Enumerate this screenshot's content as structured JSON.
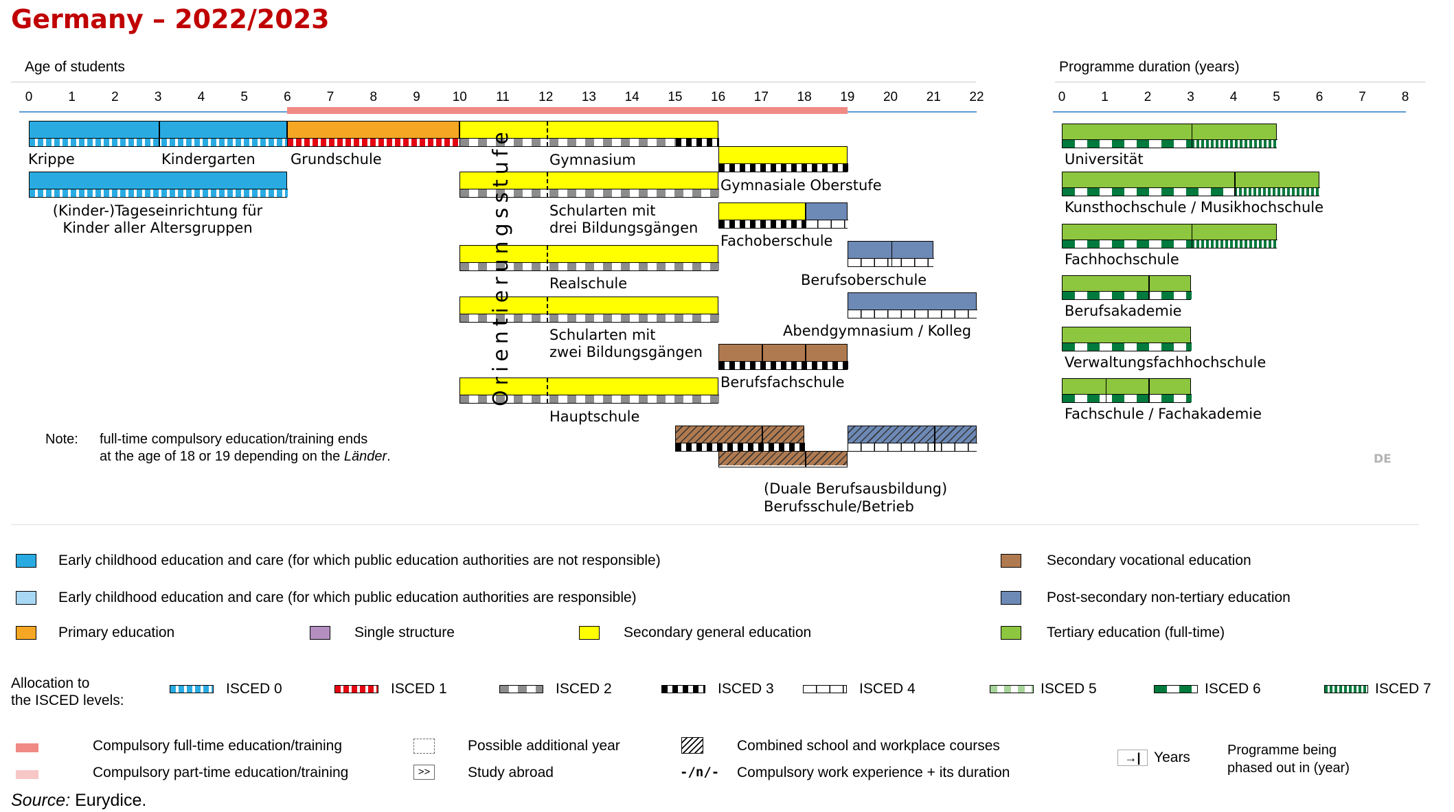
{
  "title": "Germany – 2022/2023",
  "headers": {
    "age": "Age of students",
    "duration": "Programme duration (years)"
  },
  "age_ticks": [
    "0",
    "1",
    "2",
    "3",
    "4",
    "5",
    "6",
    "7",
    "8",
    "9",
    "10",
    "11",
    "12",
    "13",
    "14",
    "15",
    "16",
    "17",
    "18",
    "19",
    "20",
    "21",
    "22"
  ],
  "duration_ticks": [
    "0",
    "1",
    "2",
    "3",
    "4",
    "5",
    "6",
    "7",
    "8"
  ],
  "compulsory_full_time": {
    "from_age": 6,
    "to_age": 19
  },
  "colors": {
    "ecec_private": "#29abe2",
    "ecec_public": "#a9d8f5",
    "primary": "#f5a623",
    "single": "#b48fc0",
    "sec_general": "#ffff00",
    "sec_vocational": "#b07a50",
    "post_secondary": "#6d89b5",
    "tertiary": "#8dc63f",
    "compulsory_full": "#f08a84",
    "compulsory_part": "#f7c6c6"
  },
  "programmes": [
    {
      "label": "Krippe",
      "from_age": 0,
      "to_age": 3,
      "type": "ecec_private",
      "isced": "0"
    },
    {
      "label": "Kindergarten",
      "from_age": 3,
      "to_age": 6,
      "type": "ecec_private",
      "isced": "0"
    },
    {
      "label": "(Kinder-)Tageseinrichtung für Kinder aller Altersgruppen",
      "from_age": 0,
      "to_age": 6,
      "type": "ecec_private",
      "isced": "0"
    },
    {
      "label": "Grundschule",
      "from_age": 6,
      "to_age": 10,
      "type": "primary",
      "isced": "1"
    },
    {
      "label": "Gymnasium",
      "from_age": 10,
      "to_age": 16,
      "type": "sec_general",
      "isced": "2"
    },
    {
      "label": "Gymnasiale Oberstufe",
      "from_age": 16,
      "to_age": 19,
      "type": "sec_general",
      "isced": "3"
    },
    {
      "label": "Schularten mit drei Bildungsgängen",
      "from_age": 10,
      "to_age": 16,
      "type": "sec_general",
      "isced": "2"
    },
    {
      "label": "Fachoberschule",
      "from_age": 16,
      "to_age": 19,
      "type": "sec_general",
      "isced": "3/4"
    },
    {
      "label": "Realschule",
      "from_age": 10,
      "to_age": 16,
      "type": "sec_general",
      "isced": "2"
    },
    {
      "label": "Berufsoberschule",
      "from_age": 19,
      "to_age": 21,
      "type": "post_secondary",
      "isced": "4"
    },
    {
      "label": "Schularten mit zwei Bildungsgängen",
      "from_age": 10,
      "to_age": 16,
      "type": "sec_general",
      "isced": "2"
    },
    {
      "label": "Abendgymnasium / Kolleg",
      "from_age": 19,
      "to_age": 22,
      "type": "post_secondary",
      "isced": "4"
    },
    {
      "label": "Berufsfachschule",
      "from_age": 16,
      "to_age": 19,
      "type": "sec_vocational",
      "isced": "3"
    },
    {
      "label": "Hauptschule",
      "from_age": 10,
      "to_age": 16,
      "type": "sec_general",
      "isced": "2"
    },
    {
      "label": "(Duale Berufsausbildung) Berufsschule/Betrieb",
      "from_age": 15,
      "to_age": 19,
      "type": "sec_vocational",
      "isced": "3/4"
    }
  ],
  "labels": {
    "krippe": "Krippe",
    "kindergarten": "Kindergarten",
    "kita_line1": "(Kinder-)Tageseinrichtung für",
    "kita_line2": "Kinder aller Altersgruppen",
    "grundschule": "Grundschule",
    "gymnasium": "Gymnasium",
    "gym_oberstufe": "Gymnasiale Oberstufe",
    "schularten3_line1": "Schularten mit",
    "schularten3_line2": "drei Bildungsgängen",
    "fachoberschule": "Fachoberschule",
    "realschule": "Realschule",
    "berufsoberschule": "Berufsoberschule",
    "schularten2_line1": "Schularten mit",
    "schularten2_line2": "zwei Bildungsgängen",
    "abendgymnasium": "Abendgymnasium / Kolleg",
    "berufsfachschule": "Berufsfachschule",
    "hauptschule": "Hauptschule",
    "duale_line1": "(Duale Berufsausbildung)",
    "duale_line2": "Berufsschule/Betrieb",
    "orientierungsstufe": "Orientierungsstufe"
  },
  "tertiary": [
    {
      "label": "Universität",
      "years": 5,
      "isced": "6/7"
    },
    {
      "label": "Kunsthochschule  / Musikhochschule",
      "years": 6,
      "isced": "6/7"
    },
    {
      "label": "Fachhochschule",
      "years": 5,
      "isced": "6/7"
    },
    {
      "label": "Berufsakademie",
      "years": 3,
      "isced": "6"
    },
    {
      "label": "Verwaltungsfachhochschule",
      "years": 3,
      "isced": "6"
    },
    {
      "label": "Fachschule / Fachakademie",
      "years": 3,
      "isced": "6"
    }
  ],
  "note": {
    "label": "Note:",
    "line1": "full-time compulsory education/training ends",
    "line2_pre": "at the age of 18 or 19 depending on the ",
    "line2_italic": "Länder",
    "line2_post": "."
  },
  "country_code": "DE",
  "legend": {
    "ecec_private": "Early childhood education and care (for which public education authorities are not responsible)",
    "ecec_public": "Early childhood education and care (for which public education authorities are responsible)",
    "primary": "Primary education",
    "single": "Single structure",
    "sec_general": "Secondary general education",
    "sec_vocational": "Secondary vocational education",
    "post_secondary": "Post-secondary non-tertiary education",
    "tertiary": "Tertiary education (full-time)"
  },
  "isced": {
    "title_line1": "Allocation to",
    "title_line2": "the ISCED levels:",
    "levels": [
      "ISCED 0",
      "ISCED 1",
      "ISCED 2",
      "ISCED 3",
      "ISCED 4",
      "ISCED 5",
      "ISCED 6",
      "ISCED 7"
    ]
  },
  "symbols": {
    "compulsory_full": "Compulsory full-time education/training",
    "compulsory_part": "Compulsory part-time education/training",
    "additional_year": "Possible additional year",
    "study_abroad": "Study abroad",
    "study_abroad_glyph": ">>",
    "combined": "Combined school and workplace courses",
    "work_experience": "Compulsory work experience + its duration",
    "work_glyph": "-/n/-",
    "years": "Years",
    "years_glyph": "→|",
    "phased_line1": "Programme being",
    "phased_line2": "phased out in (year)"
  },
  "source_label": "Source:",
  "source_value": " Eurydice."
}
